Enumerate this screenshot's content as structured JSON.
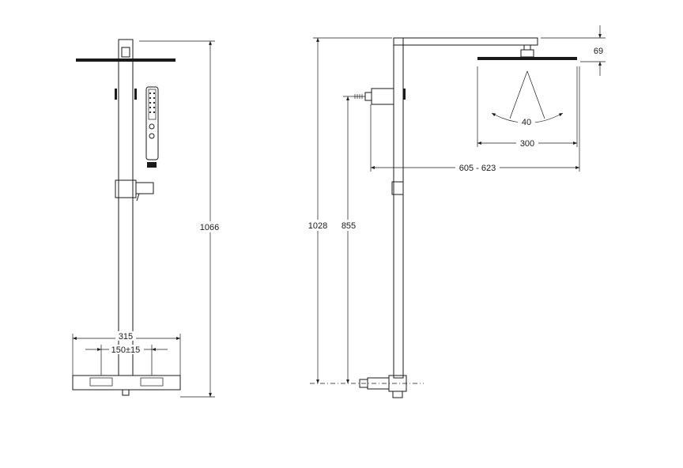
{
  "dimensions": {
    "total_height": "1066",
    "base_width": "315",
    "inlet_centers": "150±15",
    "arm_reach": "605 - 623",
    "head_width": "300",
    "spray_angle": "40",
    "head_drop": "69",
    "head_height_from_inlet": "1028",
    "handset_height_from_inlet": "855"
  },
  "colors": {
    "line": "#1a1a1a",
    "background": "#ffffff"
  }
}
